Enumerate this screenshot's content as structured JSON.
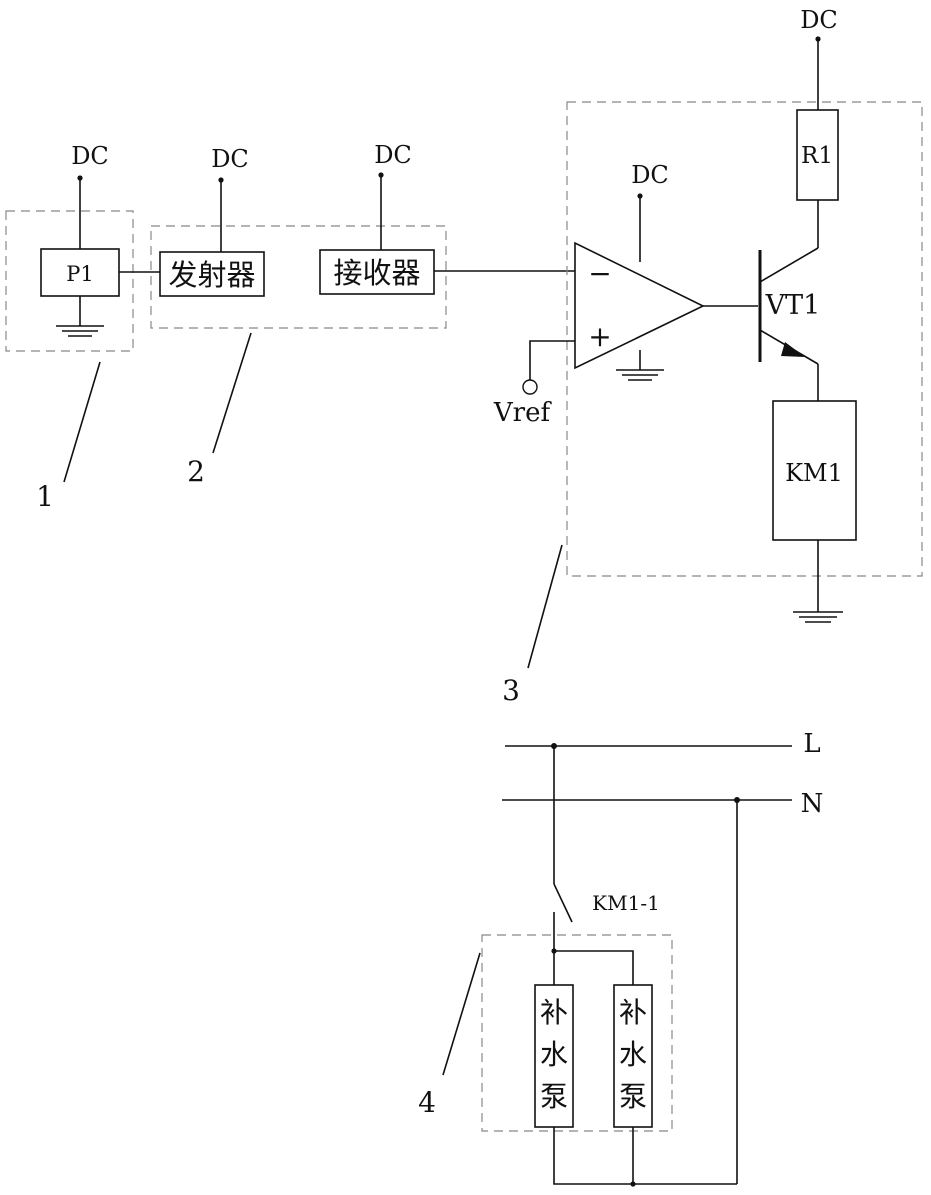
{
  "supply_labels": {
    "p1": "DC",
    "transmitter": "DC",
    "receiver": "DC",
    "comparator": "DC",
    "r1": "DC"
  },
  "blocks": {
    "p1": "P1",
    "transmitter": "发射器",
    "receiver": "接收器",
    "r1": "R1",
    "vt1": "VT1",
    "km1": "KM1",
    "vref": "Vref",
    "km1_contact": "KM1-1",
    "minus": "−",
    "plus": "+",
    "pump_1": [
      "补",
      "水",
      "泵"
    ],
    "pump_2": [
      "补",
      "水",
      "泵"
    ]
  },
  "lines": {
    "live": "L",
    "neutral": "N"
  },
  "callouts": [
    "1",
    "2",
    "3",
    "4"
  ]
}
